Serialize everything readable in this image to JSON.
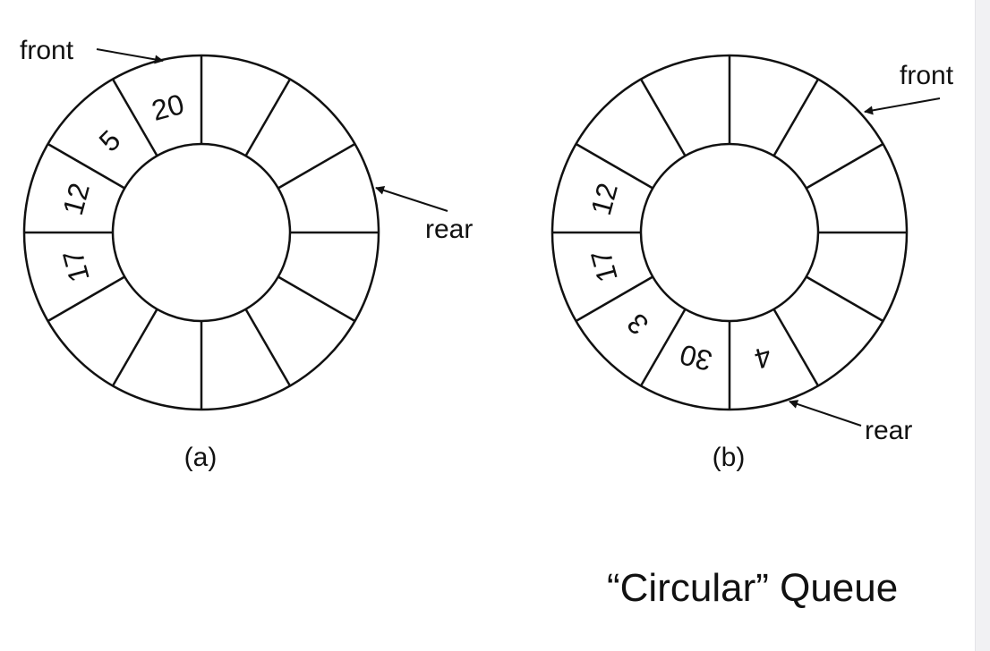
{
  "diagrams": [
    {
      "id": "a",
      "caption": "(a)",
      "cells": [
        "20",
        "5",
        "12",
        "17",
        "",
        "",
        "",
        "",
        "",
        "",
        "",
        ""
      ],
      "front_label": "front",
      "rear_label": "rear"
    },
    {
      "id": "b",
      "caption": "(b)",
      "cells": [
        "",
        "",
        "12",
        "17",
        "3",
        "30",
        "4",
        "",
        "",
        "",
        "",
        ""
      ],
      "front_label": "front",
      "rear_label": "rear"
    }
  ],
  "title": "“Circular” Queue",
  "colors": {
    "ink": "#111111",
    "background": "#ffffff"
  }
}
